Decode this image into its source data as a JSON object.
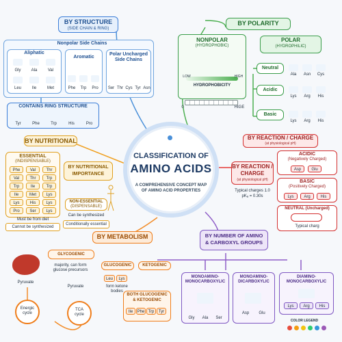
{
  "center": {
    "title_line1": "CLASSIFICATION OF",
    "title_line2": "AMINO ACIDS",
    "subtitle_line1": "A COMPREHENSIVE CONCEPT MAP",
    "subtitle_line2": "OF AMINO ACID PROPERTIES"
  },
  "structure": {
    "title": "BY STRUCTURE",
    "subtitle": "(SIDE CHAIN & RING)",
    "nonpolar_header": "Nonpolar Side Chains",
    "aliphatic_title": "Aliphatic",
    "aliphatic_items": [
      "Gly",
      "Ala",
      "Val",
      "Leu",
      "Ile",
      "Met"
    ],
    "aromatic_title": "Aromatic",
    "aromatic_items": [
      "Phe",
      "Trp",
      "Pro"
    ],
    "polar_title_line1": "Polar Uncharged",
    "polar_title_line2": "Side Chains",
    "polar_items": [
      "Ser",
      "Thr",
      "Cys",
      "Tyr",
      "Asn"
    ],
    "ring_title": "CONTAINS RING STRUCTURE",
    "ring_items": [
      "Tyr",
      "Phe",
      "Trp",
      "His",
      "Pro"
    ]
  },
  "polarity": {
    "title": "BY POLARITY",
    "nonpolar_title": "NONPOLAR",
    "nonpolar_sub": "(HYDROPHOBIC)",
    "polar_title": "POLAR",
    "polar_sub": "(HYDROPHILIC)",
    "low": "LOW",
    "high": "HIGH",
    "hydrophobicity": "HYDROPHOBICITY",
    "scale_start": "0",
    "scale_end": "HIGE",
    "neutral": "Neutral",
    "neutral_items": [
      "Ala",
      "Asn",
      "Cys"
    ],
    "acidic": "Acidic",
    "acidic_items": [
      "Lys",
      "Arg",
      "His"
    ],
    "basic": "Basic",
    "basic_items": [
      "Lys",
      "Arg",
      "His"
    ]
  },
  "nutritional": {
    "title": "BY NUTRITIONAL",
    "essential_title": "ESSENTIAL",
    "essential_sub": "(INDISPENSABLE)",
    "essential_items": [
      "Phe",
      "Val",
      "Thr",
      "Val",
      "Thr",
      "Trp",
      "Trp",
      "Ile",
      "Trp",
      "Ile",
      "Met",
      "Lys",
      "Lys",
      "His",
      "Lys",
      "Pro",
      "Ser",
      "Lys"
    ],
    "must_be": "Must be from diet",
    "cannot": "Cannot be synthesized",
    "importance_line1": "BY NUTRITIONAL",
    "importance_line2": "IMPORTANCE",
    "nonessential_title": "NON-ESSENTIAL",
    "nonessential_sub": "(DISPENSABLE)",
    "can_be": "Can be synthesized",
    "conditionally": "Conditionally essential"
  },
  "reaction": {
    "title": "BY REACTION / CHARGE",
    "title_sub": "(at physiological pH)",
    "side_title_line1": "BY REACTION /",
    "side_title_line2": "CHARGE",
    "side_sub": "(at physiological pH)",
    "typical": "Typical charges 1.0",
    "pk": "pKₐ = 0.30s",
    "acidic_title": "ACIDIC",
    "acidic_sub": "(Negatively Charged)",
    "acidic_items": [
      "Asp",
      "Glu"
    ],
    "basic_title": "BASIC",
    "basic_sub": "(Positively Charged)",
    "basic_items": [
      "Lys",
      "Arg",
      "His"
    ],
    "neutral_title": "NEUTRAL (Uncharged)",
    "neutral_note": "Typical charg"
  },
  "metabolism": {
    "title": "BY METABOLISM",
    "glycogenic_main": "GLYCOGENIC",
    "glycogenic_note_line1": "majority, can form",
    "glycogenic_note_line2": "glucose precursors",
    "glucogenic": "GLUCOGENIC",
    "ketogenic": "KETOGENIC",
    "ketogenic_items": [
      "Leu",
      "Lys"
    ],
    "ketone_note_line1": "form ketone",
    "ketone_note_line2": "bodies",
    "both_line1": "BOTH GLUCOGENIC",
    "both_line2": "& KETOGENIC",
    "both_items": [
      "Ile",
      "Phe",
      "Trp",
      "Tyr"
    ],
    "pyruvate1": "Pyruvate",
    "pyruvate2": "Pyruvate",
    "energic_line1": "Energic",
    "energic_line2": "cycle",
    "tca_line1": "TCA",
    "tca_line2": "cycle"
  },
  "groups": {
    "title_line1": "BY NUMBER OF AMINO",
    "title_line2": "& CARBOXYL GROUPS",
    "mono_mono_line1": "MONOAMINO-",
    "mono_mono_line2": "MONOCARBOXYLIC",
    "mono_mono_items": [
      "Gly",
      "Ala",
      "Ser"
    ],
    "mono_di_line1": "MONOAMINO-",
    "mono_di_line2": "DICARBOXYLIC",
    "mono_di_items": [
      "Asp",
      "Glu"
    ],
    "di_mono_line1": "DIAMINO-",
    "di_mono_line2": "MONOCARBOXYLIC",
    "di_mono_items": [
      "Lys",
      "Arg",
      "His"
    ]
  },
  "legend": {
    "title": "COLOR LEGEND",
    "colors": [
      "#e74c3c",
      "#f39c12",
      "#f1c40f",
      "#2ecc71",
      "#3498db",
      "#9b59b6"
    ]
  }
}
